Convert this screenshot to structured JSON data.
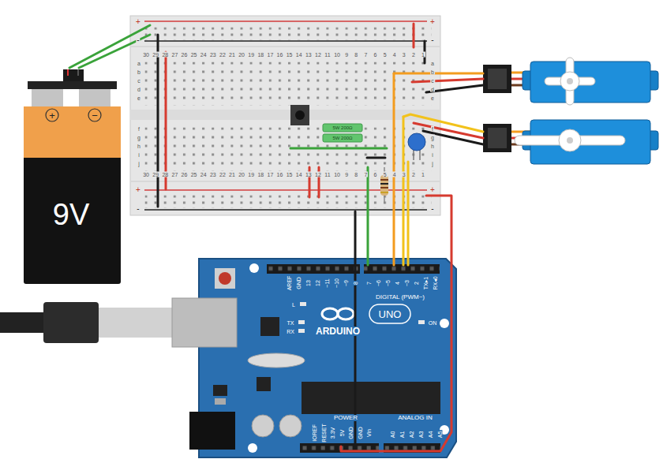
{
  "diagram": {
    "labels": [
      "+",
      "+",
      "-",
      "-",
      "30",
      "29",
      "28",
      "27",
      "26",
      "25",
      "24",
      "23",
      "22",
      "21",
      "20",
      "19",
      "18",
      "17",
      "16",
      "15",
      "14",
      "13",
      "12",
      "11",
      "10",
      "9",
      "8",
      "7",
      "6",
      "5",
      "4",
      "3",
      "2",
      "1",
      "a",
      "b",
      "c",
      "d",
      "e",
      "a",
      "b",
      "c",
      "d",
      "e",
      "f",
      "g",
      "h",
      "i",
      "j",
      "f",
      "g",
      "h",
      "i",
      "j",
      "30",
      "29",
      "28",
      "27",
      "26",
      "25",
      "24",
      "23",
      "22",
      "21",
      "20",
      "19",
      "18",
      "17",
      "16",
      "15",
      "14",
      "13",
      "12",
      "11",
      "10",
      "9",
      "8",
      "7",
      "6",
      "5",
      "4",
      "3",
      "2",
      "1",
      "+",
      "+",
      "-",
      "-",
      "5W 200Ω",
      "5W 200Ω",
      "+",
      "−",
      "9V",
      "AREF",
      "GND",
      "13",
      "12",
      "~11",
      "~10",
      "~9",
      "8",
      "7",
      "~6",
      "~5",
      "4",
      "~3",
      "2",
      "TX▸1",
      "RX◂0",
      "DIGITAL (PWM~)",
      "L",
      "TX",
      "RX",
      "ARDUINO",
      "UNO",
      "ON",
      "IOREF",
      "RESET",
      "3.3V",
      "5V",
      "GND",
      "GND",
      "Vin",
      "POWER",
      "ANALOG IN",
      "A0",
      "A1",
      "A2",
      "A3",
      "A4",
      "A5"
    ]
  }
}
